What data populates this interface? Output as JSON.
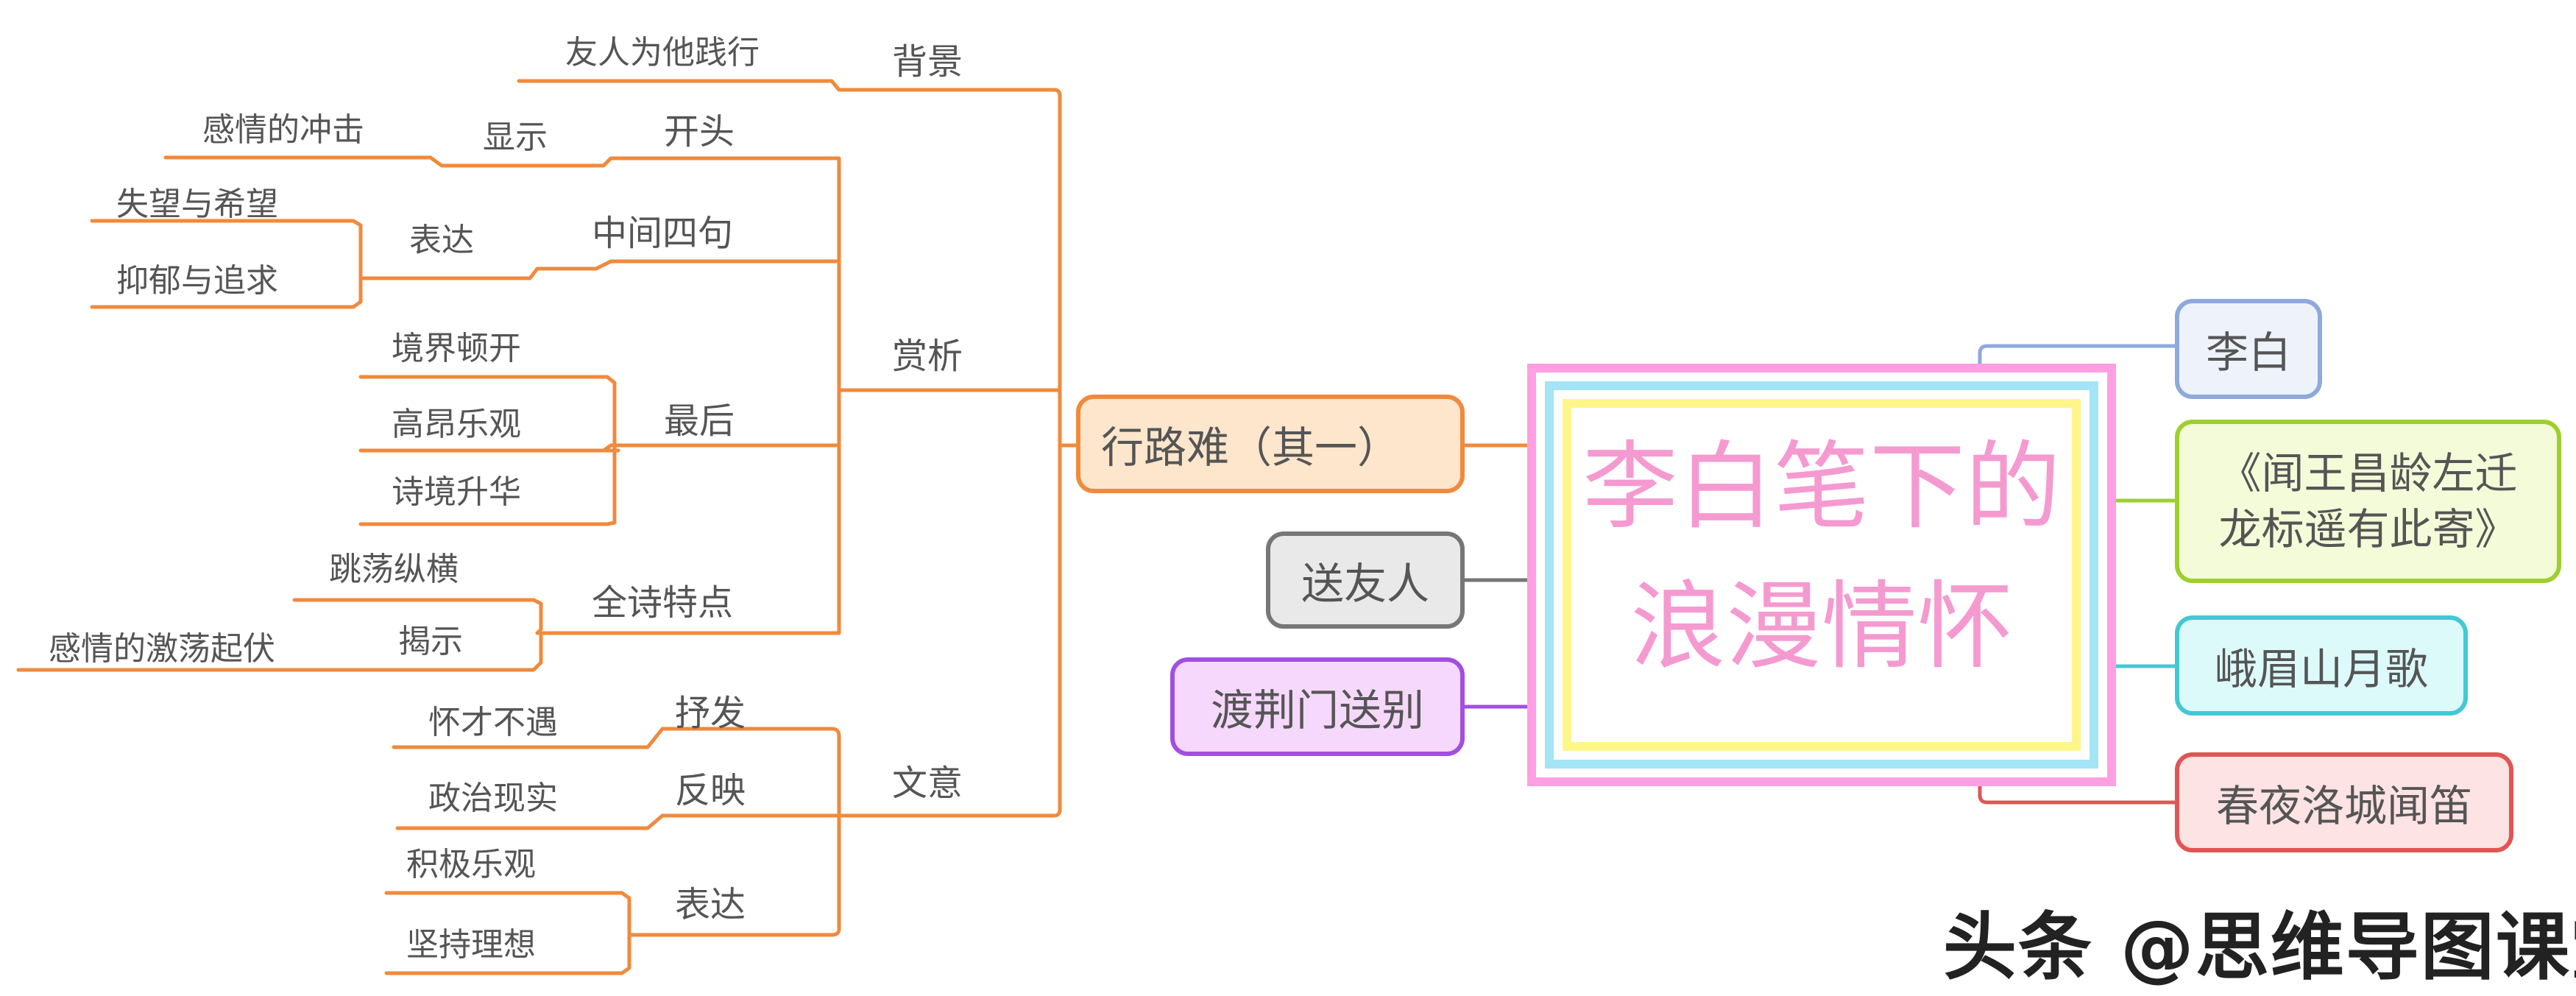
{
  "center_title": {
    "line1": "李白笔下的",
    "line2": "浪漫情怀"
  },
  "left_topic": "行路难（其一）",
  "branch1": {
    "label": "背景",
    "items": [
      "友人为他践行"
    ]
  },
  "branch2": {
    "label": "赏析",
    "kaitou": {
      "label": "开头",
      "sub": "显示",
      "leaf": "感情的冲击"
    },
    "zhongjian": {
      "label": "中间四句",
      "sub": "表达",
      "leaves": [
        "失望与希望",
        "抑郁与追求"
      ]
    },
    "zuihou": {
      "label": "最后",
      "leaves": [
        "境界顿开",
        "高昂乐观",
        "诗境升华"
      ]
    },
    "tedian": {
      "label": "全诗特点",
      "leaf1": "跳荡纵横",
      "sub": "揭示",
      "leaf2": "感情的激荡起伏"
    }
  },
  "branch3": {
    "label": "文意",
    "shufa": {
      "label": "抒发",
      "leaf": "怀才不遇"
    },
    "fanying": {
      "label": "反映",
      "leaf": "政治现实"
    },
    "biaoda": {
      "label": "表达",
      "leaves": [
        "积极乐观",
        "坚持理想"
      ]
    }
  },
  "left_boxes": {
    "songyouren": "送友人",
    "dujingmen": "渡荆门送别"
  },
  "right_boxes": {
    "libai": "李白",
    "wenwang_l1": "《闻王昌龄左迁",
    "wenwang_l2": "龙标遥有此寄》",
    "emei": "峨眉山月歌",
    "chunye": "春夜洛城闻笛"
  },
  "watermark": "头条 @思维导图课堂",
  "colors": {
    "branch_line": "#f08a3c",
    "center_outer": "#ff9fe3",
    "center_mid": "#a3e4f7",
    "center_inner": "#fff68a",
    "title": "#f59ad0",
    "xinglunan_fill": "#fde6cc",
    "songyouren_fill": "#e9e9e9",
    "dujingmen_fill": "#f5d8fb",
    "libai_fill": "#eef3fb",
    "wenwang_fill": "#f4fbd8",
    "emei_fill": "#dcfafa",
    "chunye_fill": "#fde3e3"
  }
}
